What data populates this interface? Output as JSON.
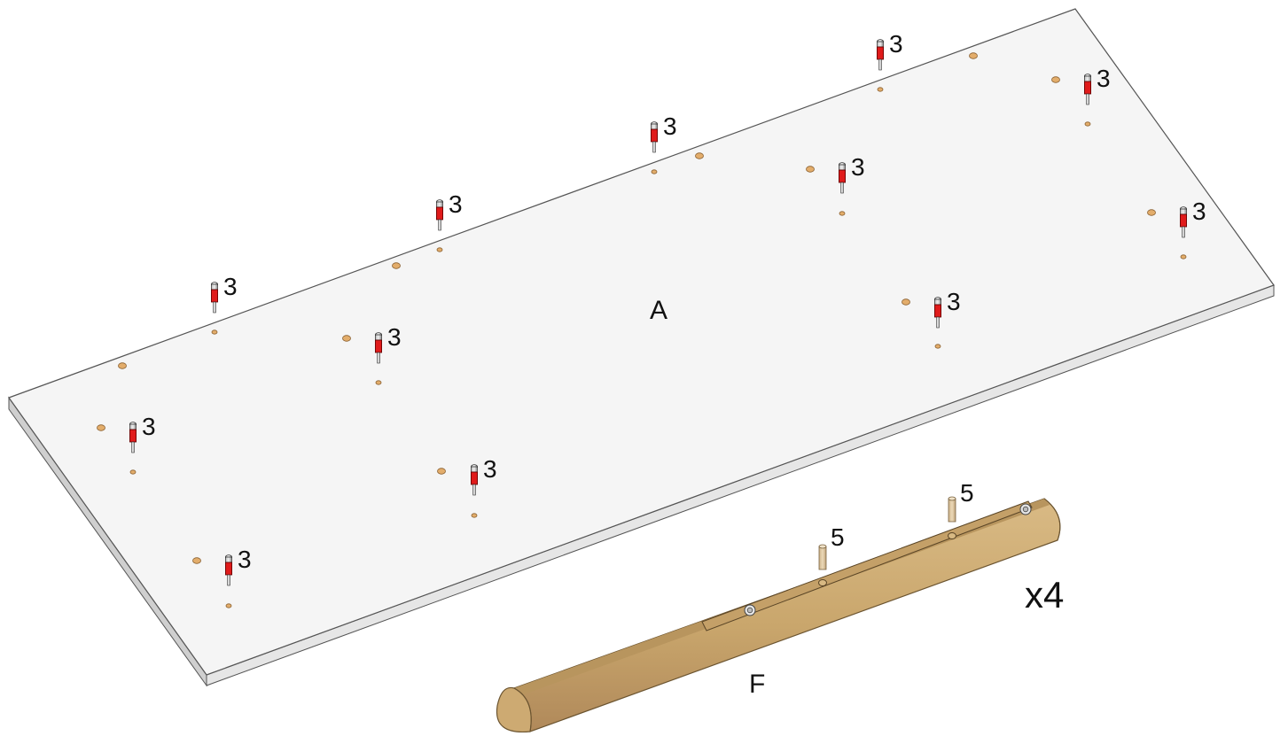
{
  "parts": {
    "panel": {
      "letter": "A"
    },
    "leg": {
      "letter": "F",
      "quantity": "x4"
    }
  },
  "callouts": {
    "cam_bolt": "3",
    "dowel": "5"
  },
  "colors": {
    "panel_top": "#f5f5f5",
    "panel_edge": "#d8d8d8",
    "panel_outline": "#555555",
    "hole": "#e3ad6b",
    "bolt_body": "#e01b1b",
    "bolt_metal": "#9a9a9a",
    "wood": "#cdaa72",
    "wood_dark": "#8a6d3d",
    "dowel": "#e0c9a6"
  },
  "icons": {
    "cam_bolt": "cam-bolt-icon",
    "dowel": "wood-dowel-icon"
  }
}
